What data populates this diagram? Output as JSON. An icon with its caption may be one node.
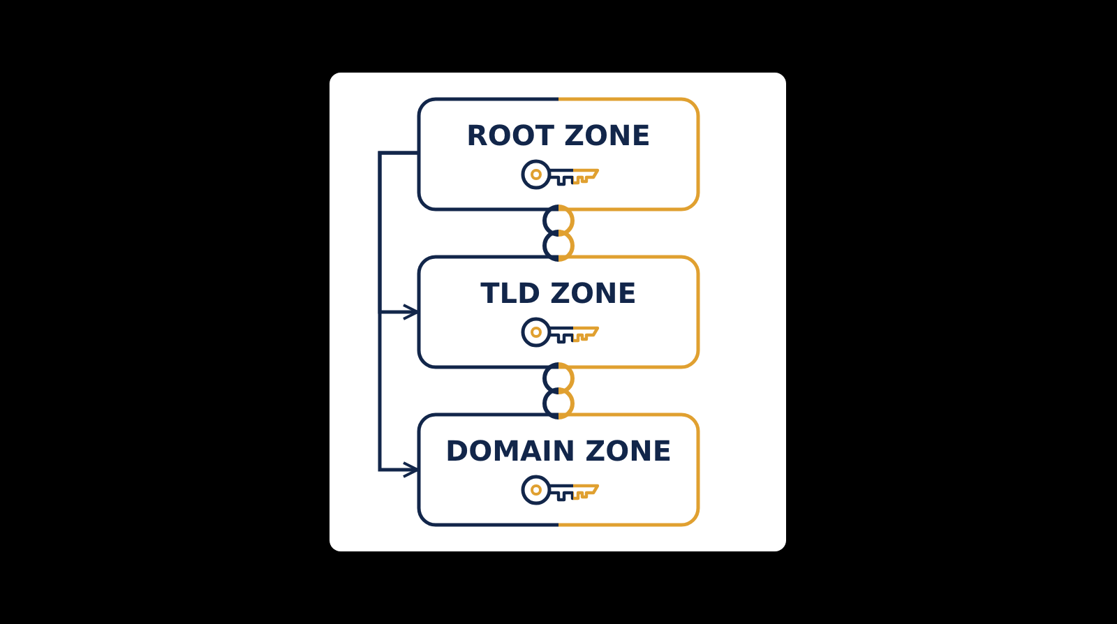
{
  "diagram": {
    "nodes": [
      {
        "text": [
          "ROOT ZONE"
        ]
      },
      {
        "text": [
          "TLD ZONE"
        ]
      },
      {
        "text": [
          "DOMAIN ZONE"
        ]
      }
    ],
    "edges": [
      {
        "from": 0,
        "to": 1,
        "arrow": "to"
      },
      {
        "from": 0,
        "to": 2,
        "arrow": "to"
      },
      {
        "from": 0,
        "to": 1,
        "arrow": "none"
      },
      {
        "from": 1,
        "to": 2,
        "arrow": "none"
      }
    ]
  }
}
